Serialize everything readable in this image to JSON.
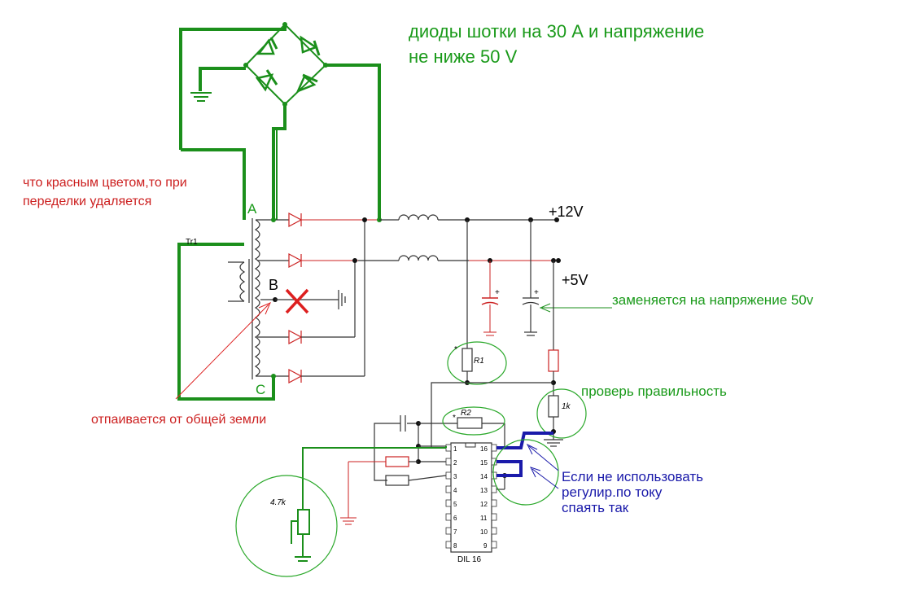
{
  "notes": {
    "schottky_line1": "диоды шотки на 30 А и напряжение",
    "schottky_line2": "не ниже 50 V",
    "red_line1": "что красным цветом,то при",
    "red_line2": "переделки удаляется",
    "replace_50v": "заменяется на напряжение 50v",
    "check": "проверь правильность",
    "unsolder": "отпаивается от общей земли",
    "current_line1": "Если не использовать",
    "current_line2": "регулир.по току",
    "current_line3": "спаять так"
  },
  "labels": {
    "tr1": "Tr1",
    "tap_a": "A",
    "tap_b": "B",
    "tap_c": "C",
    "v12": "+12V",
    "v5": "+5V",
    "r1": "R1",
    "r2": "R2",
    "r1k": "1k",
    "pot": "4.7k",
    "chip": "DIL 16",
    "star1": "*",
    "star2": "*",
    "plus1": "+",
    "plus2": "+",
    "pins_left": [
      "1",
      "2",
      "3",
      "4",
      "5",
      "6",
      "7",
      "8"
    ],
    "pins_right": [
      "16",
      "15",
      "14",
      "13",
      "12",
      "11",
      "10",
      "9"
    ]
  },
  "colors": {
    "green_wire": "#1b8f1b",
    "blue_wire": "#1a1aaa",
    "red_mark": "#cc2222",
    "note_green": "#1a9a1a",
    "note_red": "#cc1f1f",
    "note_blue": "#1a1aaa"
  }
}
